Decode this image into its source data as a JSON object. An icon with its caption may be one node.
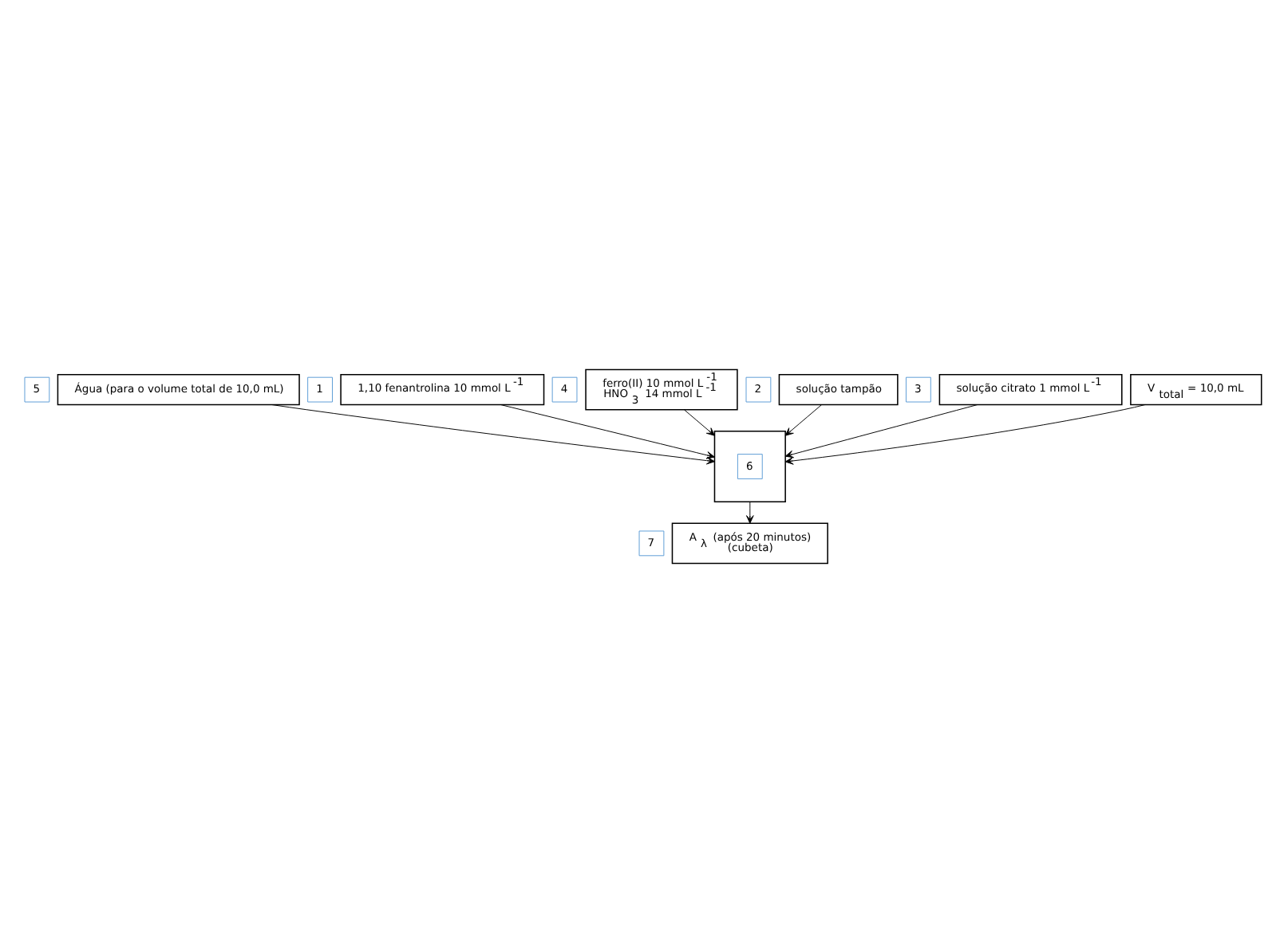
{
  "diagram": {
    "nodes": [
      {
        "text": [
          "Água (para o volume total de 10,0 mL)"
        ]
      },
      {
        "text": [
          "5"
        ]
      },
      {
        "text": [
          "1,10 fenantrolina 10 mmol L$^{-1}$"
        ]
      },
      {
        "text": [
          "1"
        ]
      },
      {
        "text": [
          "ferro(II) 10 mmol L$^{-1}$",
          "HNO$_{3}$ 14 mmol L$^{-1}$"
        ]
      },
      {
        "text": [
          "4"
        ]
      },
      {
        "text": [
          "solução tampão"
        ]
      },
      {
        "text": [
          "2"
        ]
      },
      {
        "text": [
          "solução citrato 1 mmol L$^{-1}$"
        ]
      },
      {
        "text": [
          "3"
        ]
      },
      {
        "text": [],
        "shape": "box"
      },
      {
        "text": [
          "6"
        ],
        "in": 10
      },
      {
        "text": [
          "V$_{total}$ = 10,0 mL"
        ]
      },
      {
        "text": [
          "A$_{λ}$ (após 20 minutos)",
          "(cubeta)"
        ]
      },
      {
        "text": [
          "7"
        ]
      }
    ],
    "edges": [
      {
        "from": 0,
        "to": 10,
        "arrow": "to"
      },
      {
        "from": 2,
        "to": 10,
        "arrow": "to"
      },
      {
        "from": 4,
        "to": 10,
        "arrow": "to"
      },
      {
        "from": 6,
        "to": 10,
        "arrow": "to"
      },
      {
        "from": 8,
        "to": 10,
        "arrow": "to"
      },
      {
        "from": 12,
        "to": 10,
        "arrow": "to"
      },
      {
        "from": 10,
        "to": 13,
        "arrow": "to"
      }
    ]
  }
}
